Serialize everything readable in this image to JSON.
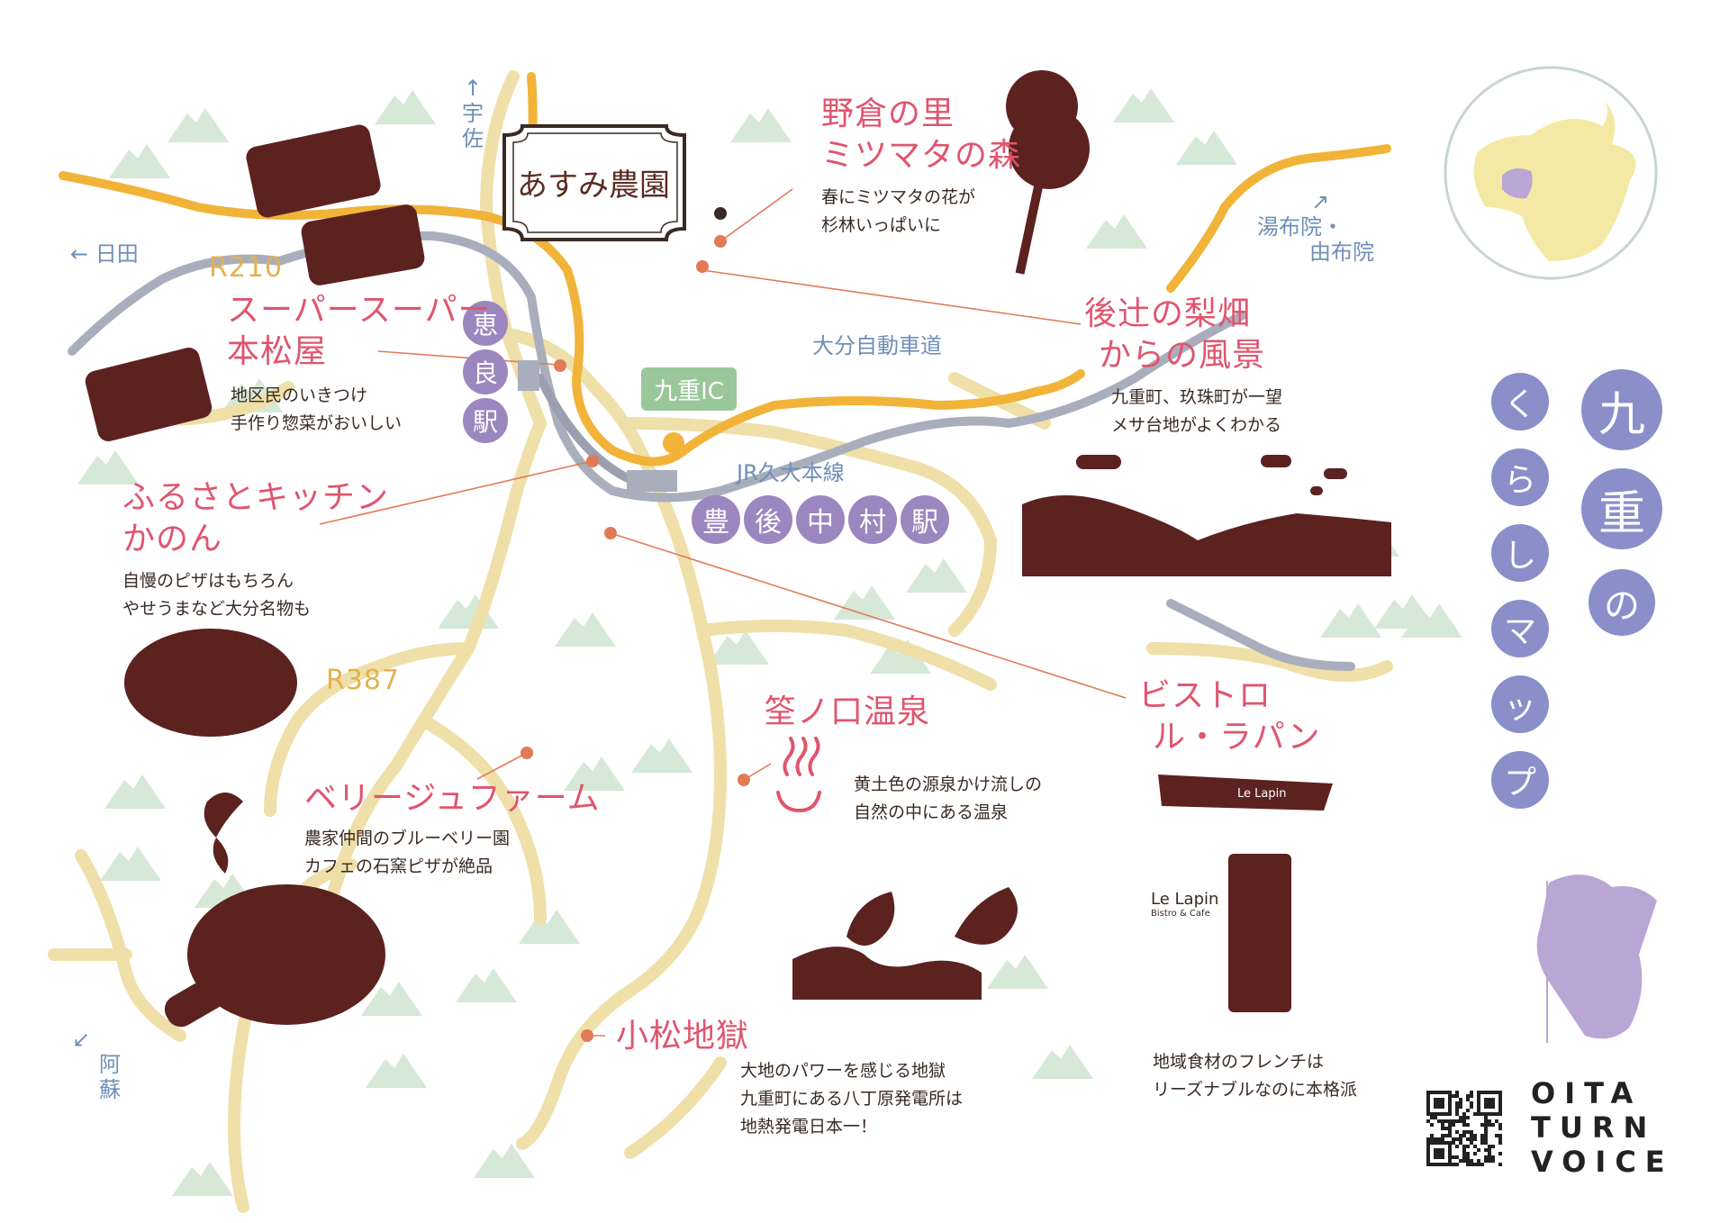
{
  "map": {
    "title_chars": [
      "九",
      "重",
      "の",
      "く",
      "ら",
      "し",
      "マ",
      "ッ",
      "プ"
    ],
    "brand_lines": [
      "OITA",
      "TURN",
      "VOICE"
    ],
    "farm_name": "あすみ農園",
    "interchange": "九重IC",
    "station": {
      "name_chars": [
        "豊",
        "後",
        "中",
        "村",
        "駅"
      ]
    },
    "ebara_station_chars": [
      "恵",
      "良",
      "駅"
    ],
    "railway": "JR久大本線",
    "expressway": "大分自動車道",
    "routes": {
      "r210": "R210",
      "r387": "R387"
    },
    "directions": {
      "usa": [
        "宇",
        "佐"
      ],
      "hita": "← 日田",
      "yufuin": [
        "湯布院・",
        "由布院"
      ],
      "aso": [
        "阿",
        "蘇"
      ]
    },
    "spots": [
      {
        "id": "nogura",
        "name": [
          "野倉の里",
          "ミツマタの森"
        ],
        "desc": [
          "春にミツマタの花が",
          "杉林いっぱいに"
        ]
      },
      {
        "id": "gotsuji",
        "name": [
          "後辻の梨畑",
          "からの風景"
        ],
        "desc": [
          "九重町、玖珠町が一望",
          "メサ台地がよくわかる"
        ]
      },
      {
        "id": "motomatsuya",
        "name": [
          "スーパースーパー",
          "本松屋"
        ],
        "desc": [
          "地区民のいきつけ",
          "手作り惣菜がおいしい"
        ]
      },
      {
        "id": "kanon",
        "name": [
          "ふるさとキッチン",
          "かのん"
        ],
        "desc": [
          "自慢のピザはもちろん",
          "やせうまなど大分名物も"
        ]
      },
      {
        "id": "berry",
        "name": [
          "ベリージュファーム"
        ],
        "desc": [
          "農家仲間のブルーベリー園",
          "カフェの石窯ピザが絶品"
        ]
      },
      {
        "id": "kasanokuchi",
        "name": [
          "筌ノ口温泉"
        ],
        "desc": [
          "黄土色の源泉かけ流しの",
          "自然の中にある温泉"
        ]
      },
      {
        "id": "bistro",
        "name": [
          "ビストロ",
          "ル・ラパン"
        ],
        "desc": [
          "地域食材のフレンチは",
          "リーズナブルなのに本格派"
        ]
      },
      {
        "id": "komatsu",
        "name": [
          "小松地獄"
        ],
        "desc": [
          "大地のパワーを感じる地獄",
          "九重町にある八丁原発電所は",
          "地熱発電日本一！"
        ]
      }
    ],
    "shop_sign": "Le Lapin",
    "shop_logo": [
      "Le Lapin",
      "Bistro & Cafe"
    ],
    "colors": {
      "spot_text": "#e0556e",
      "national_road": "#f1b338",
      "prefectural_road": "#efdfa9",
      "expressway": "#a9aebc",
      "dots": "#e27a58",
      "station_purple": "#9c86bf",
      "title_blue": "#8a8fca",
      "illustration_brown": "#5b2220",
      "mountain_green": "#d6e8d6",
      "oita_yellow": "#f4e9a4",
      "kokonoe_purple": "#b9a6d5"
    }
  }
}
